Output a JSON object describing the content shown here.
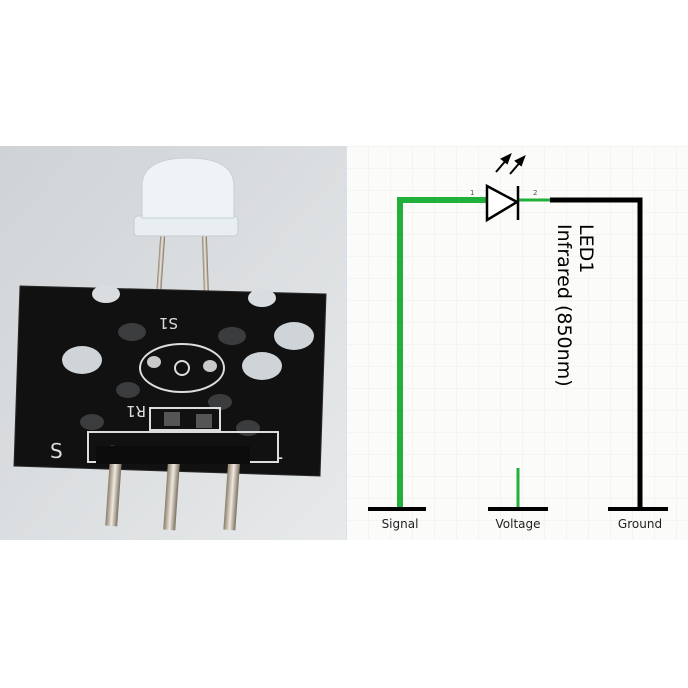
{
  "photo": {
    "silkscreen": {
      "switch": "S1",
      "resistor": "R1",
      "pin_signal": "S",
      "pin_ground": "-"
    }
  },
  "schematic": {
    "component_ref": "LED1",
    "component_value": "Infrared (850nm)",
    "pin1": "1",
    "pin2": "2",
    "labels": {
      "signal": "Signal",
      "voltage": "Voltage",
      "ground": "Ground"
    },
    "colors": {
      "wire_green": "#22b03c",
      "wire_black": "#000000",
      "grid": "#ececec"
    }
  }
}
